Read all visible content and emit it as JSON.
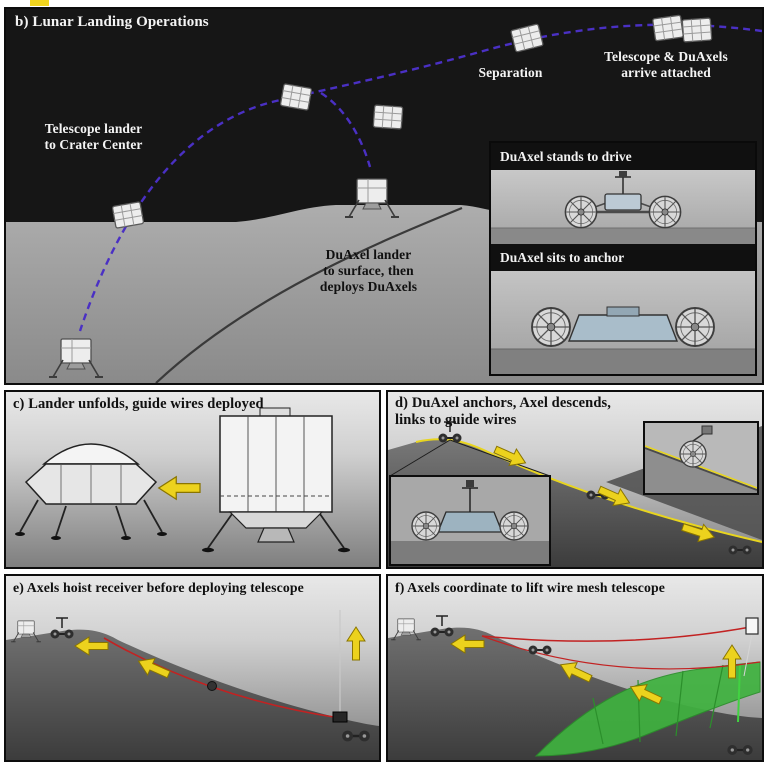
{
  "panels": {
    "b": {
      "title": "b) Lunar Landing Operations",
      "labels": {
        "telescope_lander": "Telescope lander\nto Crater Center",
        "separation": "Separation",
        "arrive_attached": "Telescope & DuAxels\narrive attached",
        "duaxel_lander": "DuAxel lander\nto surface, then\ndeploys DuAxels"
      },
      "inset": {
        "stands_label": "DuAxel stands to drive",
        "sits_label": "DuAxel sits to anchor"
      }
    },
    "c": {
      "title": "c) Lander unfolds, guide wires deployed"
    },
    "d": {
      "title": "d) DuAxel anchors, Axel descends,\nlinks to guide wires"
    },
    "e": {
      "title": "e) Axels hoist receiver before deploying telescope"
    },
    "f": {
      "title": "f) Axels coordinate to lift wire mesh telescope"
    }
  },
  "colors": {
    "sky": "#161616",
    "lunar_surface": "#9e9e9e",
    "trajectory_purple": "#4a30c4",
    "arrow_yellow": "#ecd21d",
    "guide_wire_red": "#c22222",
    "guide_wire_blue": "#2a6bd4",
    "mesh_green": "#3fb23f",
    "panel_border": "#0d0d0d"
  }
}
